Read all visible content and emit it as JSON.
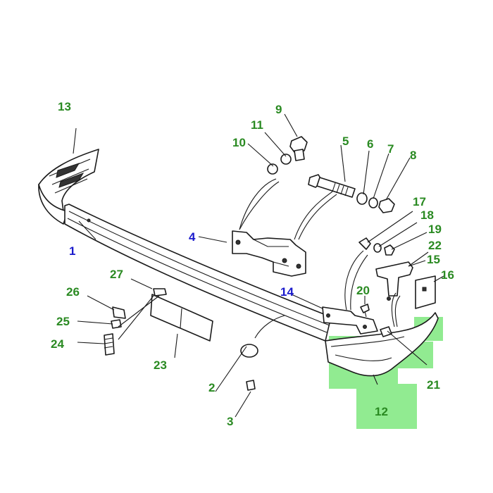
{
  "colors": {
    "callout_default": "#2a8a22",
    "callout_highlight_alt": "#1a1acc",
    "highlight_fill": "#7ee87e",
    "line": "#1a1a1a"
  },
  "callouts": {
    "n1": "1",
    "n2": "2",
    "n3": "3",
    "n4": "4",
    "n5": "5",
    "n6": "6",
    "n7": "7",
    "n8": "8",
    "n9": "9",
    "n10": "10",
    "n11": "11",
    "n12": "12",
    "n13": "13",
    "n14": "14",
    "n15": "15",
    "n16": "16",
    "n17": "17",
    "n18": "18",
    "n19": "19",
    "n20": "20",
    "n21": "21",
    "n22": "22",
    "n23": "23",
    "n24": "24",
    "n25": "25",
    "n26": "26",
    "n27": "27"
  },
  "highlighted_part": "12"
}
